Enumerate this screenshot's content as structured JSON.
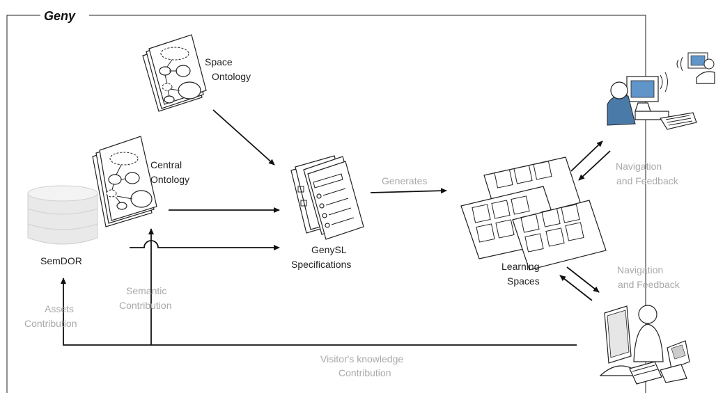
{
  "frame": {
    "title": "Geny"
  },
  "nodes": {
    "space_ontology": [
      "Space",
      "Ontology"
    ],
    "central_ontology": [
      "Central",
      "Ontology"
    ],
    "semdor": "SemDOR",
    "genysl": [
      "GenySL",
      "Specifications"
    ],
    "learning_spaces": [
      "Learning",
      "Spaces"
    ]
  },
  "edges": {
    "generates": "Generates",
    "navigation_feedback_top": [
      "Navigation",
      "and Feedback"
    ],
    "navigation_feedback_bottom": [
      "Navigation",
      "and Feedback"
    ],
    "semantic_contribution": [
      "Semantic",
      "Contribution"
    ],
    "assets_contribution": [
      "Assets",
      "Contribution"
    ],
    "visitor_knowledge": [
      "Visitor's knowledge",
      "Contribution"
    ]
  },
  "colors": {
    "muted_label": "#a9a9a9",
    "ink": "#222222",
    "user_blue": "#4a7aa8"
  }
}
